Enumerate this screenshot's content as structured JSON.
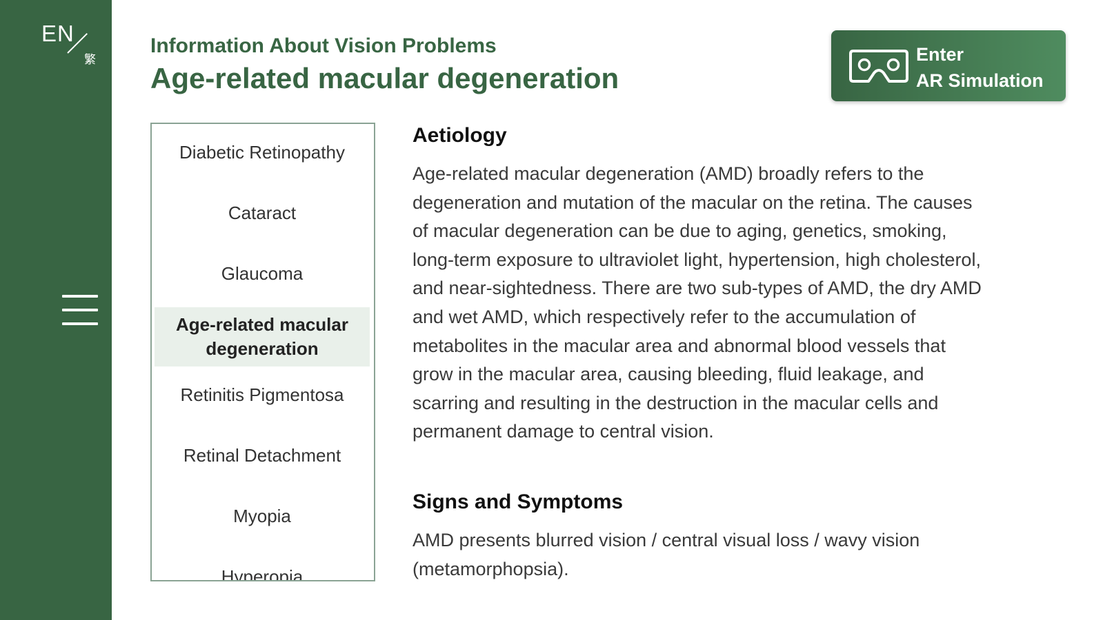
{
  "sidebar": {
    "lang_en": "EN",
    "lang_alt": "繁",
    "menu_icon": "hamburger-menu-icon"
  },
  "header": {
    "subtitle": "Information About Vision Problems",
    "title": "Age-related macular degeneration"
  },
  "ar_button": {
    "icon": "vr-headset-icon",
    "line1": "Enter",
    "line2": "AR Simulation"
  },
  "disease_list": {
    "items": [
      {
        "label": "Diabetic Retinopathy"
      },
      {
        "label": "Cataract"
      },
      {
        "label": "Glaucoma"
      },
      {
        "label_line1": "Age-related macular",
        "label_line2": "degeneration",
        "active": true
      },
      {
        "label": "Retinitis Pigmentosa"
      },
      {
        "label": "Retinal Detachment"
      },
      {
        "label": "Myopia"
      },
      {
        "label": "Hyperopia"
      }
    ]
  },
  "content": {
    "aetiology": {
      "heading": "Aetiology",
      "lines": [
        "Age-related macular degeneration (AMD) broadly refers to the",
        "degeneration and mutation of the macular on the retina. The causes",
        "of macular degeneration can be due to aging, genetics, smoking,",
        "long-term exposure to ultraviolet light, hypertension, high cholesterol,",
        "and near-sightedness. There are two sub-types of AMD, the dry AMD",
        "and wet AMD, which respectively refer to the accumulation of",
        "metabolites in the macular area and abnormal blood vessels that",
        "grow in the macular area, causing bleeding, fluid leakage, and",
        "scarring and resulting in the destruction in the macular cells and",
        "permanent damage to central vision."
      ]
    },
    "signs": {
      "heading": "Signs and Symptoms",
      "lines": [
        "AMD presents blurred vision / central visual loss / wavy vision",
        "(metamorphopsia)."
      ]
    }
  },
  "colors": {
    "brand_green": "#386543",
    "active_item_bg": "#e9f0ea"
  }
}
